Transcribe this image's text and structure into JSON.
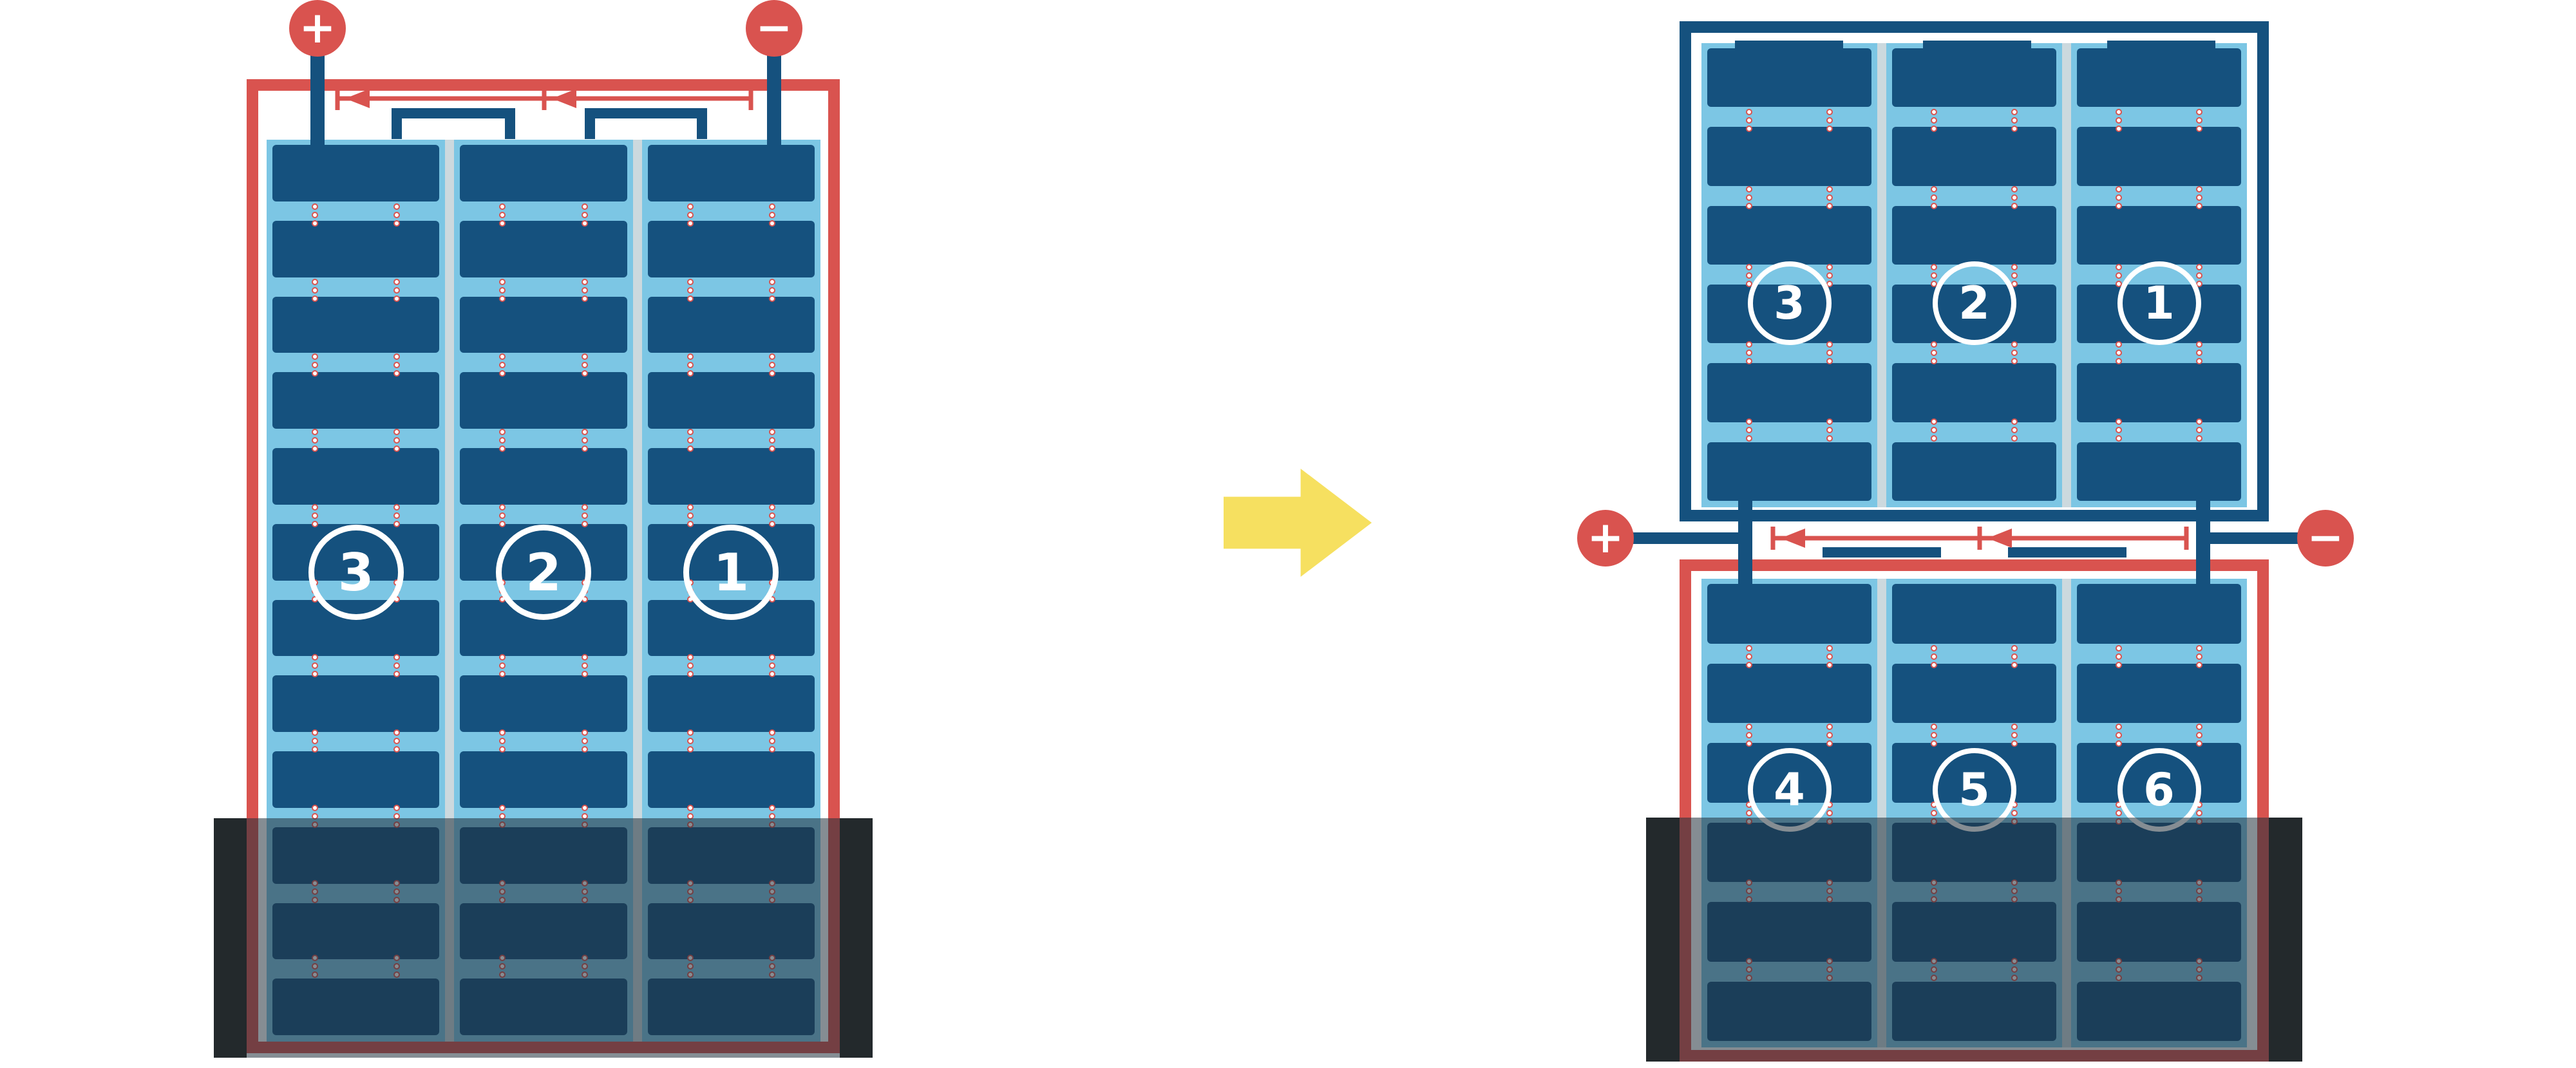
{
  "colors": {
    "red": "#d9534f",
    "dark_blue": "#15517e",
    "light_blue": "#7cc6e4",
    "string_gap": "#ccd9de",
    "shade_overlay": "rgba(32,47,58,0.55)",
    "shade_end_cap": "#23292c",
    "transition_arrow": "#f6e060",
    "busbar_dot": "#ffffff"
  },
  "left_module": {
    "positive_label": "+",
    "negative_label": "−",
    "rows": 12,
    "strings": [
      {
        "label": "3"
      },
      {
        "label": "2"
      },
      {
        "label": "1"
      }
    ],
    "current_arrow_direction": "left"
  },
  "right_diagram": {
    "positive_label": "+",
    "negative_label": "−",
    "current_arrow_direction": "left",
    "top_module": {
      "rows": 6,
      "strings": [
        {
          "label": "3"
        },
        {
          "label": "2"
        },
        {
          "label": "1"
        }
      ]
    },
    "bottom_module": {
      "rows": 6,
      "strings": [
        {
          "label": "4"
        },
        {
          "label": "5"
        },
        {
          "label": "6"
        }
      ]
    }
  },
  "transition_arrow_direction": "right"
}
